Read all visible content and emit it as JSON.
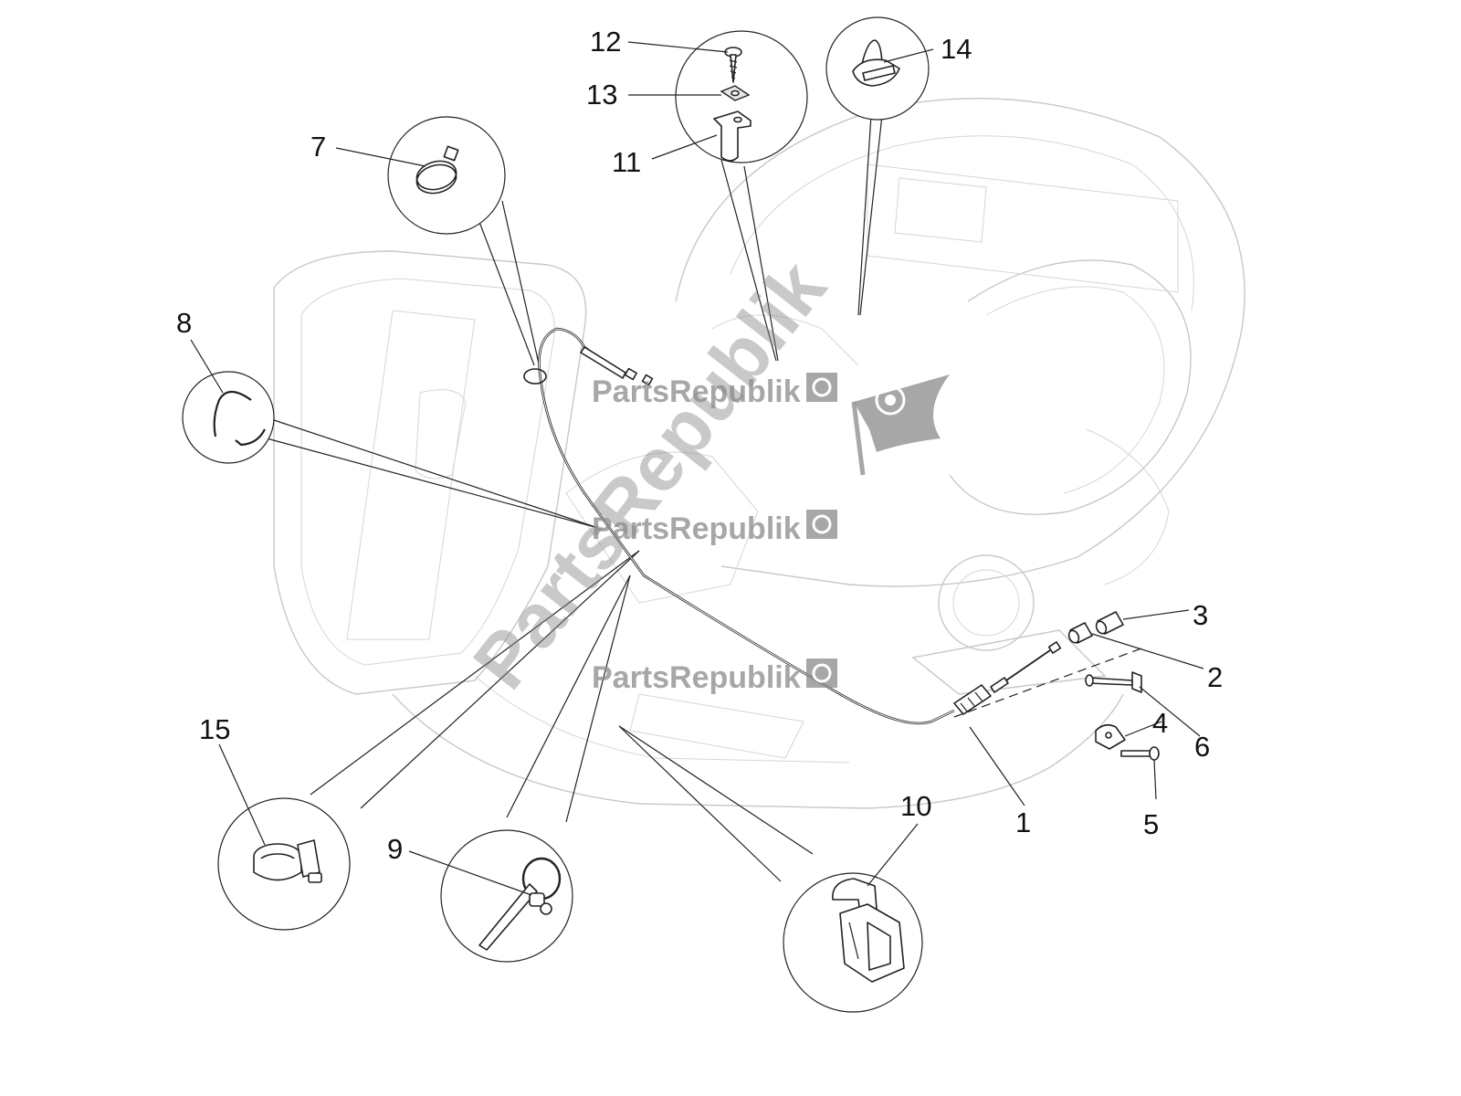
{
  "diagram": {
    "part_numbers": [
      "1",
      "2",
      "3",
      "4",
      "5",
      "6",
      "7",
      "8",
      "9",
      "10",
      "11",
      "12",
      "13",
      "14",
      "15"
    ]
  },
  "watermark": {
    "text": "PartsRepublik",
    "color": "#8a8a8a"
  },
  "colors": {
    "line": "#222222",
    "ghost_line": "#c8c8c8",
    "background": "#ffffff"
  }
}
